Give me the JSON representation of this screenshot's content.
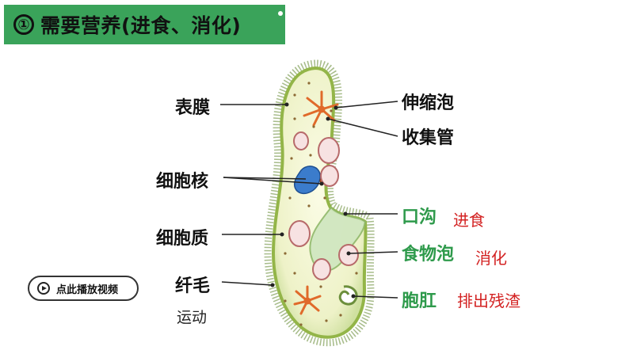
{
  "header": {
    "number": "①",
    "title": "需要营养(进食、消化)"
  },
  "labels": {
    "left": {
      "membrane": "表膜",
      "nucleus": "细胞核",
      "cytoplasm": "细胞质",
      "cilia": "纤毛"
    },
    "cilia_note": "运动",
    "right": {
      "contractile_vacuole": "伸缩泡",
      "collecting_canal": "收集管",
      "oral_groove": "口沟",
      "food_vacuole": "食物泡",
      "anal_pore": "胞肛"
    },
    "functions": {
      "oral_groove": "进食",
      "food_vacuole": "消化",
      "anal_pore": "排出残渣"
    }
  },
  "video_button": {
    "label": "点此播放视频"
  },
  "colors": {
    "header_bg": "#3aa35a",
    "green_label": "#2e9a4b",
    "function_text": "#d32222",
    "cell_body": "#f4f6d4",
    "cell_edge": "#93b548",
    "nucleus": "#3b7ccc",
    "vacuole_star": "#e06a2a"
  }
}
